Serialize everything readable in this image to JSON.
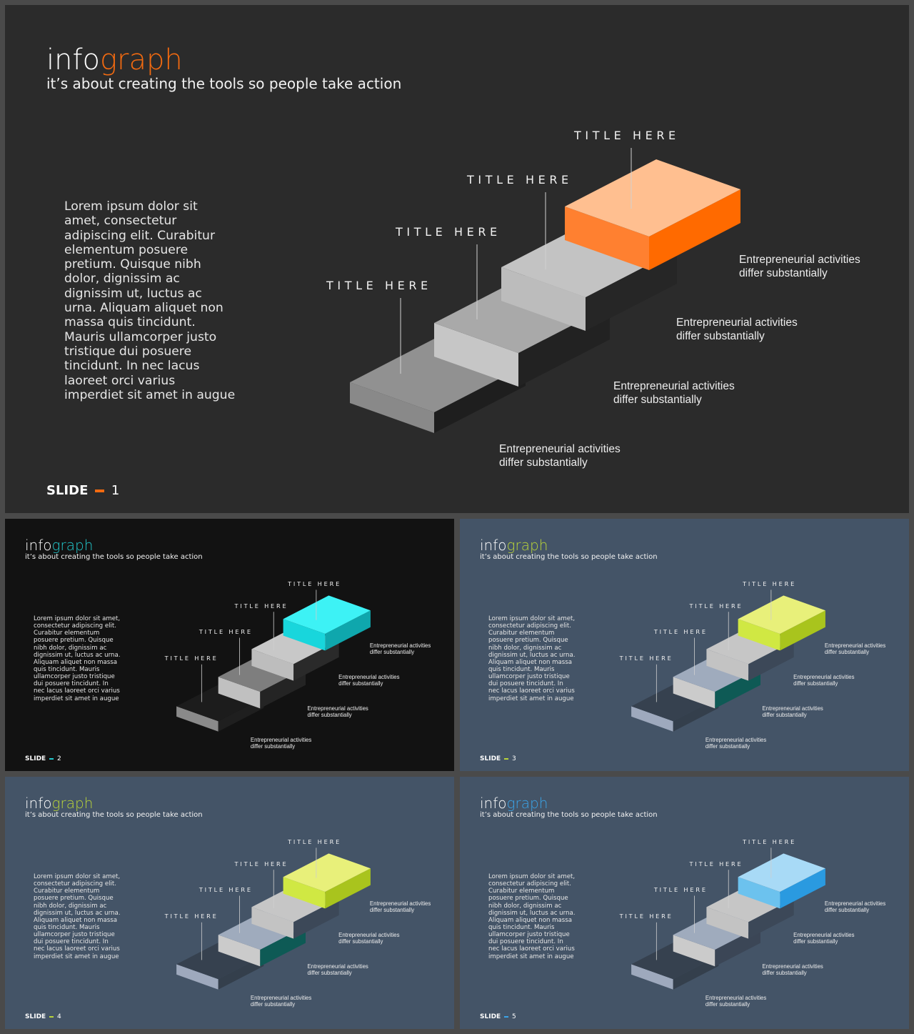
{
  "common": {
    "brand_word1": "info",
    "brand_word2": "graph",
    "subtitle": "it’s about creating the tools so people take action",
    "body": "Lorem ipsum dolor sit amet, consectetur adipiscing elit. Curabitur elementum posuere pretium. Quisque nibh dolor, dignissim ac dignissim ut, luctus ac urna. Aliquam aliquet non massa quis tincidunt. Mauris ullamcorper justo tristique dui posuere tincidunt. In nec lacus laoreet orci varius imperdiet sit amet in augue",
    "step_titles": [
      "TITLE HERE",
      "TITLE HERE",
      "TITLE HERE",
      "TITLE HERE"
    ],
    "step_desc_line1": "Entrepreneurial activities",
    "step_desc_line2": "differ substantially",
    "slide_word": "SLIDE"
  },
  "slides": [
    {
      "number": "1",
      "background": "#2b2b2b",
      "accent": "#f26a10",
      "colors": {
        "top": [
          "#919191",
          "#a9a9a9",
          "#c3c3c3",
          "#ffbf90"
        ],
        "front": [
          "#898989",
          "#c6c6c6",
          "#bcbcbc",
          "#ff8030"
        ],
        "side": [
          "#1e1e1e",
          "#222222",
          "#262626",
          "#ff6a00"
        ]
      }
    },
    {
      "number": "2",
      "background": "#121212",
      "accent": "#22c8cc",
      "colors": {
        "top": [
          "#1c1c1c",
          "#7e7e7e",
          "#c8c8c8",
          "#3df2f5"
        ],
        "front": [
          "#8a8a8a",
          "#c0c0c0",
          "#bdbdbd",
          "#18d6dc"
        ],
        "side": [
          "#1f1f1f",
          "#242424",
          "#2a2a2a",
          "#0fa7ad"
        ]
      }
    },
    {
      "number": "3",
      "background": "#445467",
      "accent": "#b9d43a",
      "colors": {
        "top": [
          "#36414f",
          "#9fabbd",
          "#c6c6c6",
          "#e8f07a"
        ],
        "front": [
          "#9ea9bd",
          "#cbcbcb",
          "#c3c3c3",
          "#d0e843"
        ],
        "side": [
          "#343f4c",
          "#0e5a55",
          "#3c4858",
          "#a9c41d"
        ]
      }
    },
    {
      "number": "4",
      "background": "#445467",
      "accent": "#b9d43a",
      "colors": {
        "top": [
          "#36414f",
          "#9fabbd",
          "#c6c6c6",
          "#e8f07a"
        ],
        "front": [
          "#9ea9bd",
          "#cbcbcb",
          "#c3c3c3",
          "#d0e843"
        ],
        "side": [
          "#343f4c",
          "#0e5a55",
          "#3c4858",
          "#a9c41d"
        ]
      }
    },
    {
      "number": "5",
      "background": "#445467",
      "accent": "#3aa4e8",
      "colors": {
        "top": [
          "#36414f",
          "#9fabbd",
          "#c6c6c6",
          "#a8daf6"
        ],
        "front": [
          "#9ea9bd",
          "#cbcbcb",
          "#c3c3c3",
          "#6cc2ee"
        ],
        "side": [
          "#343f4c",
          "#3b4656",
          "#3c4858",
          "#2a9ae0"
        ]
      }
    }
  ]
}
